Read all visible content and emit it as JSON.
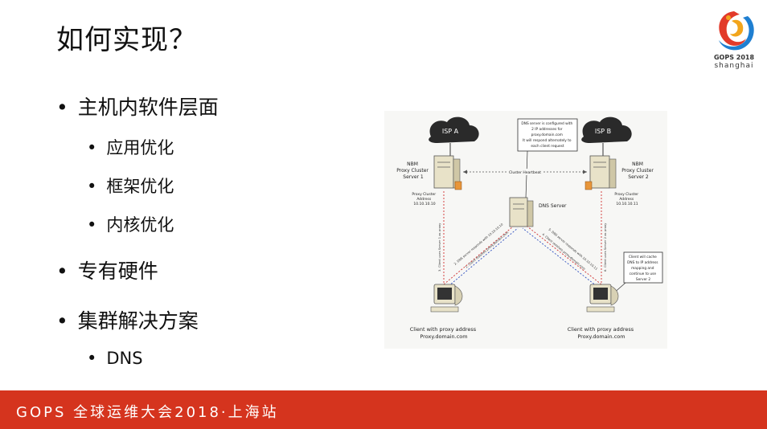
{
  "slide": {
    "title": "如何实现？",
    "bullets": [
      {
        "text": "主机内软件层面",
        "level": 1
      },
      {
        "text": "应用优化",
        "level": 2
      },
      {
        "text": "框架优化",
        "level": 2
      },
      {
        "text": "内核优化",
        "level": 2
      },
      {
        "text": "专有硬件",
        "level": 1
      },
      {
        "text": "集群解决方案",
        "level": 1
      },
      {
        "text": "DNS",
        "level": 2
      }
    ]
  },
  "logo": {
    "name": "GOPS",
    "year": "2018",
    "city": "shanghai"
  },
  "diagram": {
    "isp_a": "ISP A",
    "isp_b": "ISP B",
    "server1_label": [
      "NBM",
      "Proxy Cluster",
      "Server 1"
    ],
    "server2_label": [
      "NBM",
      "Proxy Cluster",
      "Server 2"
    ],
    "server1_addr": [
      "Proxy Cluster",
      "Address",
      "10.10.10.10"
    ],
    "server2_addr": [
      "Proxy Cluster",
      "Address",
      "10.10.10.11"
    ],
    "dns_server": "DNS Server",
    "dns_note": [
      "DNS server is configured with",
      "2 IP addresses for",
      "proxy.domain.com",
      "It will respond alternately to",
      "each client request"
    ],
    "heartbeat": "Cluster Heartbeat",
    "client_note": [
      "Client will cache",
      "DNS to IP address",
      "mapping and",
      "continue to use",
      "Server 2"
    ],
    "client1_label": [
      "Client with proxy address",
      "Proxy.domain.com"
    ],
    "client2_label": [
      "Client with proxy address",
      "Proxy.domain.com"
    ],
    "flow_labels": [
      "1. Client resolves proxy.domain.com",
      "2. DNS server responds with 10.10.10.10",
      "3. Client uses Server 1 as proxy",
      "4. Client resolves proxy.domain.com",
      "5. DNS server responds with 10.10.10.11",
      "6. Client uses Server 2 as proxy"
    ]
  },
  "footer": {
    "text": "GOPS 全球运维大会2018·上海站"
  },
  "colors": {
    "footer_bg": "#d5341e",
    "cloud": "#2a2a2a",
    "flow_red": "#d03030",
    "flow_blue": "#3050c0"
  }
}
